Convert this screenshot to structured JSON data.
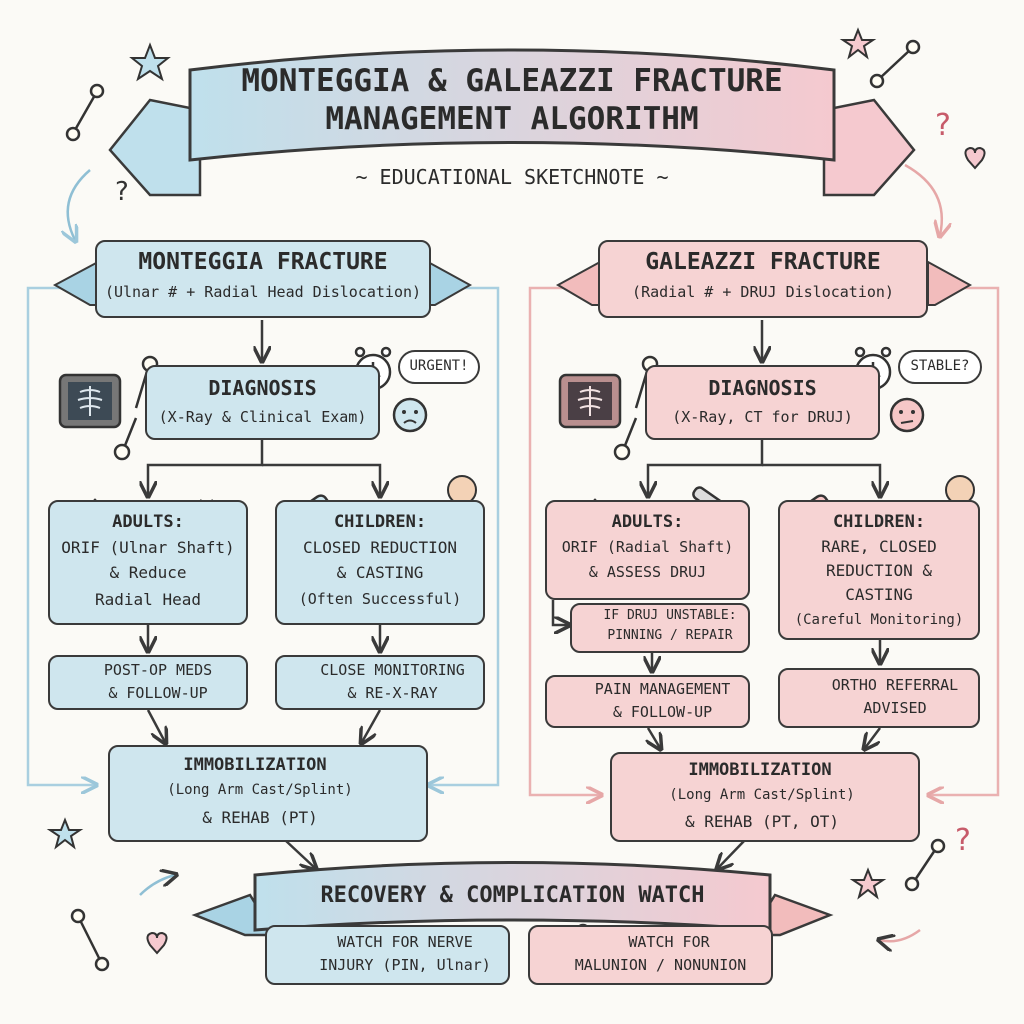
{
  "title": {
    "line1": "MONTEGGIA & GALEAZZI FRACTURE",
    "line2": "MANAGEMENT ALGORITHM",
    "subtitle": "EDUCATIONAL SKETCHNOTE"
  },
  "monteggia": {
    "header": "MONTEGGIA FRACTURE",
    "subheader": "(Ulnar # + Radial Head Dislocation)",
    "diagnosis_title": "DIAGNOSIS",
    "diagnosis_detail": "(X-Ray & Clinical Exam)",
    "alert_bubble": "URGENT!",
    "adults": [
      "ADULTS:",
      "ORIF (Ulnar Shaft)",
      "& Reduce",
      "Radial Head"
    ],
    "children": [
      "CHILDREN:",
      "CLOSED REDUCTION",
      "& CASTING",
      "(Often Successful)"
    ],
    "adults_followup": [
      "POST-OP MEDS",
      "& FOLLOW-UP"
    ],
    "children_followup": [
      "CLOSE MONITORING",
      "& RE-X-RAY"
    ],
    "immobilization": [
      "IMMOBILIZATION",
      "(Long Arm Cast/Splint)",
      "& REHAB (PT)"
    ]
  },
  "galeazzi": {
    "header": "GALEAZZI FRACTURE",
    "subheader": "(Radial # + DRUJ Dislocation)",
    "diagnosis_title": "DIAGNOSIS",
    "diagnosis_detail": "(X-Ray, CT for DRUJ)",
    "alert_bubble": "STABLE?",
    "adults": [
      "ADULTS:",
      "ORIF (Radial Shaft)",
      "& ASSESS DRUJ"
    ],
    "druj_box": [
      "IF DRUJ UNSTABLE:",
      "PINNING / REPAIR"
    ],
    "children": [
      "CHILDREN:",
      "RARE, CLOSED",
      "REDUCTION &",
      "CASTING",
      "(Careful Monitoring)"
    ],
    "adults_followup": [
      "PAIN MANAGEMENT",
      "& FOLLOW-UP"
    ],
    "children_followup": [
      "ORTHO REFERRAL",
      "ADVISED"
    ],
    "immobilization": [
      "IMMOBILIZATION",
      "(Long Arm Cast/Splint)",
      "& REHAB (PT, OT)"
    ]
  },
  "recovery": {
    "title": "RECOVERY & COMPLICATION WATCH",
    "left": [
      "WATCH FOR NERVE",
      "INJURY (PIN, Ulnar)"
    ],
    "right": [
      "WATCH FOR",
      "MALUNION / NONUNION"
    ]
  },
  "colors": {
    "blue_fill": "#cfe6ee",
    "pink_fill": "#f6d3d3",
    "blue_line": "#a9cfe0",
    "pink_line": "#eab1b1",
    "ink": "#3a3a3a"
  }
}
